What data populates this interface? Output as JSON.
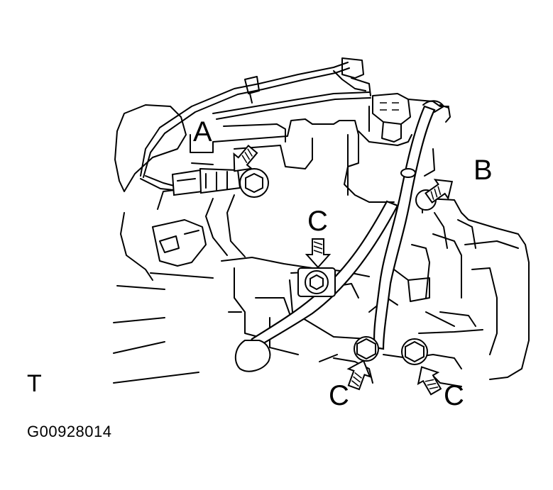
{
  "callouts": {
    "a": "A",
    "b": "B",
    "c_center": "C",
    "c_lower_left": "C",
    "c_lower_right": "C",
    "t": "T"
  },
  "figure_id": "G00928014",
  "icons": {
    "arrow": "callout-arrow-icon",
    "bolt": "bolt-icon"
  },
  "colors": {
    "line": "#000000",
    "background": "#ffffff"
  }
}
